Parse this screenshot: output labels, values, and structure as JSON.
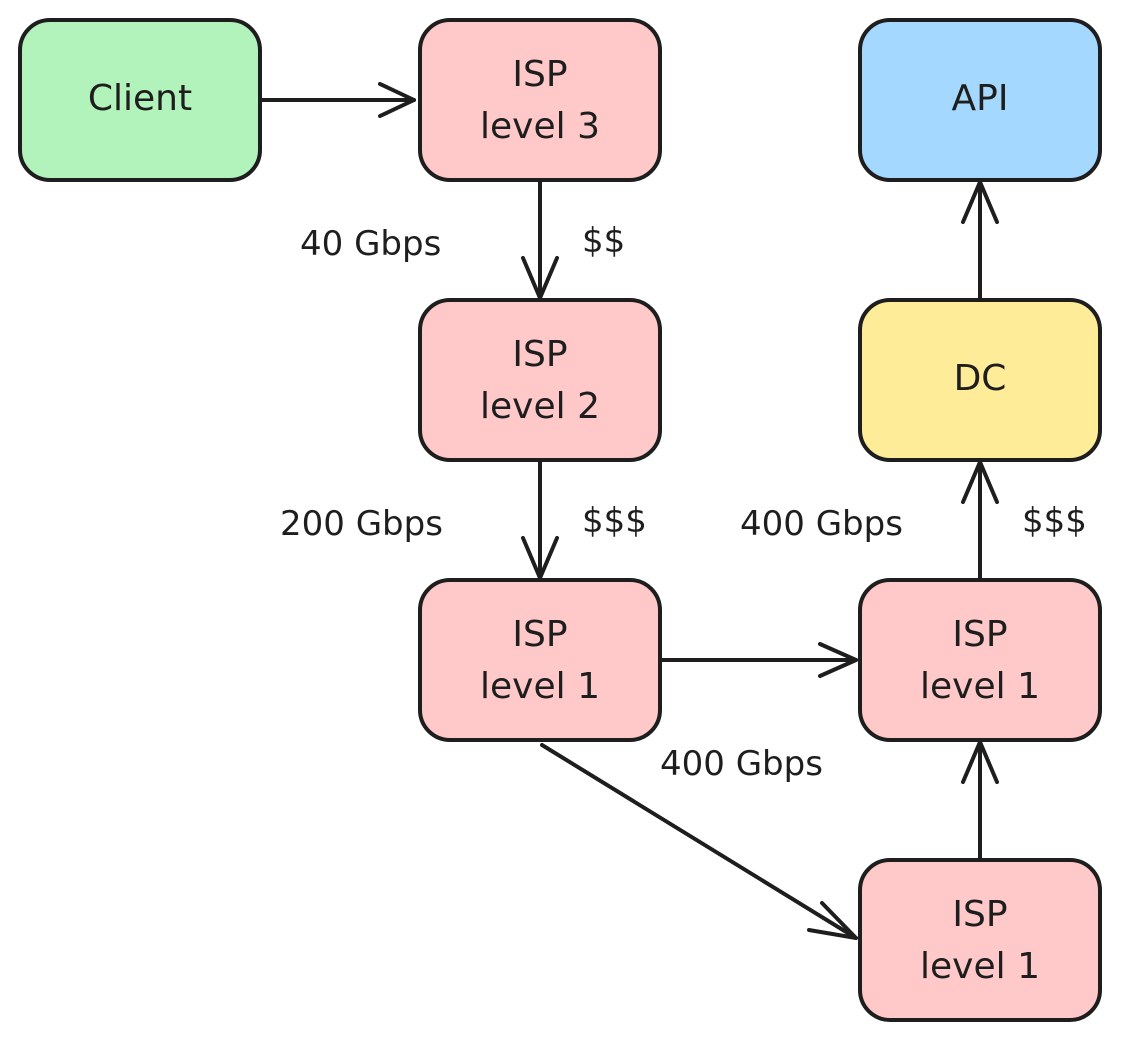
{
  "nodes": {
    "client": {
      "label": "Client",
      "fill": "#b2f2bb"
    },
    "isp_level3": {
      "line1": "ISP",
      "line2": "level 3",
      "fill": "#ffc9c9"
    },
    "isp_level2": {
      "line1": "ISP",
      "line2": "level 2",
      "fill": "#ffc9c9"
    },
    "isp_level1_a": {
      "line1": "ISP",
      "line2": "level 1",
      "fill": "#ffc9c9"
    },
    "isp_level1_b": {
      "line1": "ISP",
      "line2": "level 1",
      "fill": "#ffc9c9"
    },
    "isp_level1_c": {
      "line1": "ISP",
      "line2": "level 1",
      "fill": "#ffc9c9"
    },
    "dc": {
      "label": "DC",
      "fill": "#ffec99"
    },
    "api": {
      "label": "API",
      "fill": "#a5d8ff"
    }
  },
  "edge_labels": {
    "l3_to_l2_bandwidth": "40 Gbps",
    "l3_to_l2_cost": "$$",
    "l2_to_l1_bandwidth": "200 Gbps",
    "l2_to_l1_cost": "$$$",
    "l1_to_dc_bandwidth": "400 Gbps",
    "l1_to_dc_cost": "$$$",
    "l1_to_l1_bandwidth": "400 Gbps"
  }
}
